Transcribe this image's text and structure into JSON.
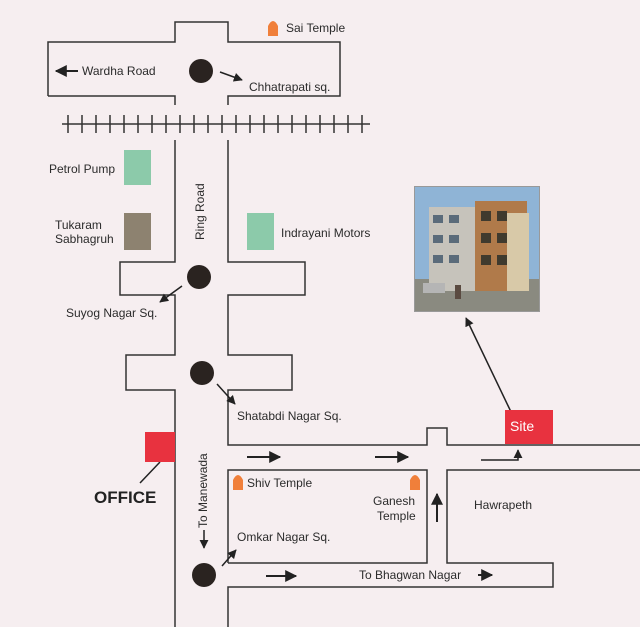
{
  "map": {
    "labels": {
      "sai_temple": "Sai Temple",
      "wardha_road": "Wardha Road",
      "chhatrapati_sq": "Chhatrapati sq.",
      "petrol_pump": "Petrol Pump",
      "tukaram_line1": "Tukaram",
      "tukaram_line2": "Sabhagruh",
      "ring_road": "Ring Road",
      "indrayani_motors": "Indrayani Motors",
      "suyog_nagar_sq": "Suyog Nagar Sq.",
      "shatabdi_nagar_sq": "Shatabdi Nagar Sq.",
      "site": "Site",
      "office": "OFFICE",
      "to_manewada": "To Manewada",
      "shiv_temple": "Shiv Temple",
      "ganesh_line1": "Ganesh",
      "ganesh_line2": "Temple",
      "hawrapeth": "Hawrapeth",
      "omkar_nagar_sq": "Omkar Nagar Sq.",
      "to_bhagwan_nagar": "To Bhagwan Nagar"
    },
    "colors": {
      "background": "#f6eef0",
      "road_outline": "#333333",
      "junction": "#2a2320",
      "marker_red": "#e8323f",
      "temple_orange": "#f07f3a",
      "building_green": "#8ccaaa",
      "building_brown": "#8d8270"
    },
    "icons": [
      "temple-icon",
      "junction-marker",
      "railway-track",
      "arrow-icon",
      "site-photo"
    ]
  }
}
